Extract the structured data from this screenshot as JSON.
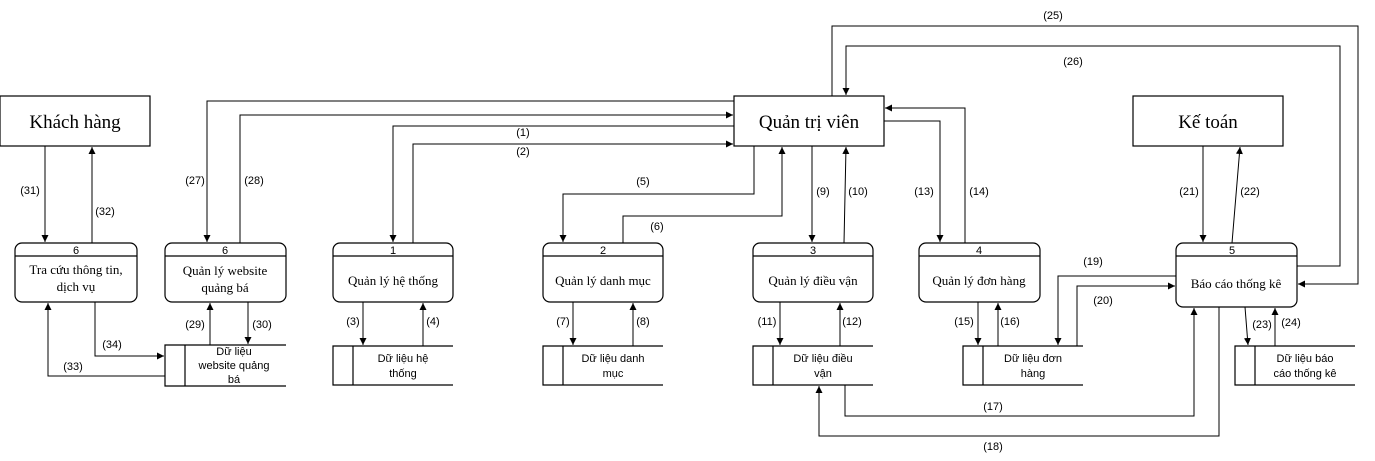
{
  "entities": {
    "khach_hang": "Khách hàng",
    "quan_tri_vien": "Quản trị viên",
    "ke_toan": "Kế toán"
  },
  "processes": {
    "tra_cuu": {
      "num": "6",
      "line1": "Tra cứu thông tin,",
      "line2": "dịch vụ"
    },
    "website": {
      "num": "6",
      "line1": "Quản lý website",
      "line2": "quảng bá"
    },
    "he_thong": {
      "num": "1",
      "line1": "Quản lý hệ thống"
    },
    "danh_muc": {
      "num": "2",
      "line1": "Quản lý danh mục"
    },
    "dieu_van": {
      "num": "3",
      "line1": "Quản lý điều vận"
    },
    "don_hang": {
      "num": "4",
      "line1": "Quản lý đơn hàng"
    },
    "bao_cao": {
      "num": "5",
      "line1": "Báo cáo thống kê"
    }
  },
  "stores": {
    "website": {
      "line1": "Dữ liệu",
      "line2": "website quảng",
      "line3": "bá"
    },
    "he_thong": {
      "line1": "Dữ liệu hệ",
      "line2": "thống"
    },
    "danh_muc": {
      "line1": "Dữ liệu danh",
      "line2": "mục"
    },
    "dieu_van": {
      "line1": "Dữ liệu điều",
      "line2": "vận"
    },
    "don_hang": {
      "line1": "Dữ liệu đơn",
      "line2": "hàng"
    },
    "bao_cao": {
      "line1": "Dữ liệu báo",
      "line2": "cáo thống kê"
    }
  },
  "flows": {
    "f1": "(1)",
    "f2": "(2)",
    "f3": "(3)",
    "f4": "(4)",
    "f5": "(5)",
    "f6": "(6)",
    "f7": "(7)",
    "f8": "(8)",
    "f9": "(9)",
    "f10": "(10)",
    "f11": "(11)",
    "f12": "(12)",
    "f13": "(13)",
    "f14": "(14)",
    "f15": "(15)",
    "f16": "(16)",
    "f17": "(17)",
    "f18": "(18)",
    "f19": "(19)",
    "f20": "(20)",
    "f21": "(21)",
    "f22": "(22)",
    "f23": "(23)",
    "f24": "(24)",
    "f25": "(25)",
    "f26": "(26)",
    "f27": "(27)",
    "f28": "(28)",
    "f29": "(29)",
    "f30": "(30)",
    "f31": "(31)",
    "f32": "(32)",
    "f33": "(33)",
    "f34": "(34)"
  }
}
